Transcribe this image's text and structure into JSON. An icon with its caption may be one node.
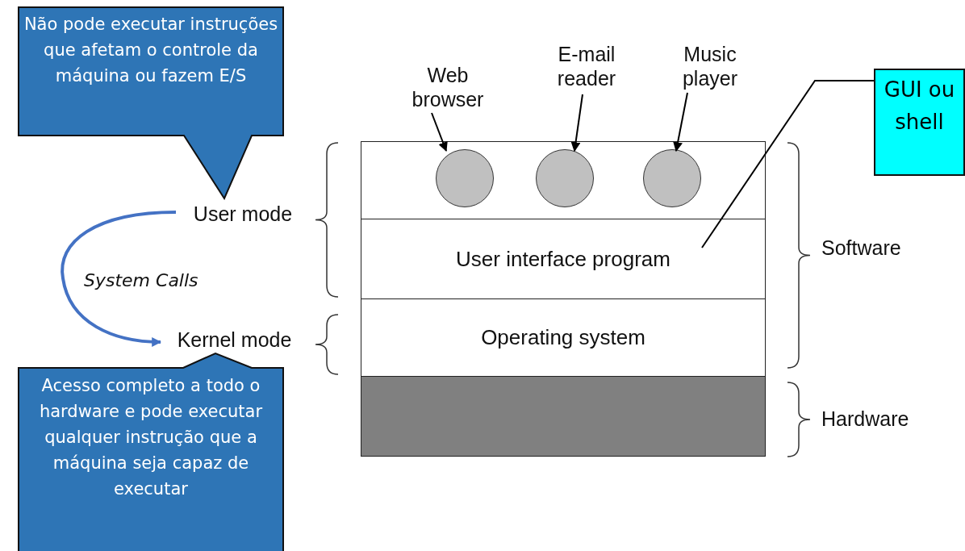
{
  "diagram": {
    "nodes": [
      {
        "text": [
          "Não pode executar instruções que afetam o controle da máquina ou fazem E/S"
        ]
      },
      {
        "text": [
          "Web browser"
        ]
      },
      {
        "text": [
          "E-mail reader"
        ]
      },
      {
        "text": [
          "Music player"
        ]
      },
      {
        "text": [
          "GUI ou shell"
        ]
      },
      {
        "text": [],
        "shape": "box"
      },
      {
        "text": [],
        "shape": "circle",
        "in": 5
      },
      {
        "text": [],
        "shape": "circle",
        "in": 5
      },
      {
        "text": [],
        "shape": "circle",
        "in": 5
      },
      {
        "text": [
          "User mode"
        ]
      },
      {
        "text": [
          "User interface program"
        ]
      },
      {
        "text": [
          "Kernel mode"
        ]
      },
      {
        "text": [
          "Operating system"
        ]
      },
      {
        "text": [
          "Acesso completo a todo o hardware e pode executar qualquer instrução que a máquina seja capaz de executar"
        ]
      },
      {
        "text": [],
        "shape": "box"
      }
    ],
    "edges": [
      {
        "from": 1,
        "to": 6,
        "arrow": "to"
      },
      {
        "from": 2,
        "to": 7,
        "arrow": "to"
      },
      {
        "from": 3,
        "to": 8,
        "arrow": "to"
      },
      {
        "from": 4,
        "to": 10,
        "arrow": "none"
      },
      {
        "from": 9,
        "to": 11,
        "arrow": "to",
        "label": "System Calls",
        "color": "#4472c4",
        "style": "thick"
      }
    ],
    "labels": [
      "Software",
      "Hardware"
    ]
  }
}
